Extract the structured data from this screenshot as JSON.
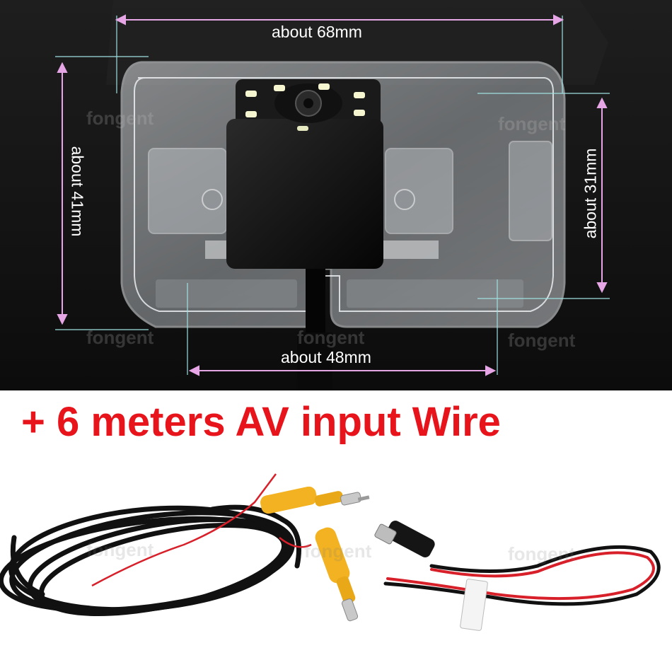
{
  "dimensions": {
    "width_label": "about 68mm",
    "height_label": "about 41mm",
    "inner_height_label": "about 31mm",
    "inner_width_label": "about 48mm"
  },
  "watermarks": [
    "fongent",
    "fongent",
    "fongent",
    "fongent",
    "fongent",
    "fongent",
    "fongent",
    "fongent"
  ],
  "headline": "+ 6 meters AV input Wire",
  "colors": {
    "headline": "#e8141c",
    "dimension_line": "#e6a6e6",
    "guide_line": "#9fe0e0",
    "rca_yellow": "#f2b221",
    "wire_red": "#d8202a"
  }
}
